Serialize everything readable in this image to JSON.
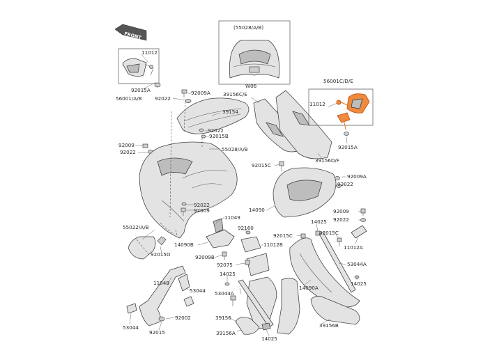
{
  "front_badge": "FRONT",
  "inset_title": "(55028/A/B)",
  "inset_code": "W06",
  "labels": {
    "l11012_left": "11012",
    "l92015A_left": "92015A",
    "l56001AB": "56001/A/B",
    "l92009A_top": "92009A",
    "l92022_top": "92022",
    "l39154": "39154",
    "l92022_mid": "92022",
    "l92015B": "92015B",
    "l92009_left": "92009",
    "l92022_left": "92022",
    "l55028AB": "55028/A/B",
    "l39156CE": "39156C/E",
    "l56001CDE": "56001C/D/E",
    "l11012_right": "11012",
    "l92015A_right": "92015A",
    "l39156DF": "39156D/F",
    "l92015C_top": "92015C",
    "l92009A_right": "92009A",
    "l92022_right": "92022",
    "l14090": "14090",
    "l92022_low": "92022",
    "l92009_low": "92009",
    "l11049": "11049",
    "l55022AB": "55022/A/B",
    "l14090B": "14090B",
    "l92160": "92160",
    "l92015D": "92015D",
    "l11012B": "11012B",
    "l92015C_mid": "92015C",
    "l14025_a": "14025",
    "l92015C_b": "92015C",
    "l92009_r2": "92009",
    "l92022_r2": "92022",
    "l11012A": "11012A",
    "l92009B": "92009B",
    "l92075": "92075",
    "l53044A_r": "53044A",
    "l14025_b": "14025",
    "l14025_c": "14025",
    "l14090A": "14090A",
    "l11048": "11048",
    "l53044": "53044",
    "l53044A_l": "53044A",
    "l92002": "92002",
    "l39156": "39156",
    "l39156B": "39156B",
    "l53044_low": "53044",
    "l92015": "92015",
    "l39156A": "39156A",
    "l14025_d": "14025"
  }
}
